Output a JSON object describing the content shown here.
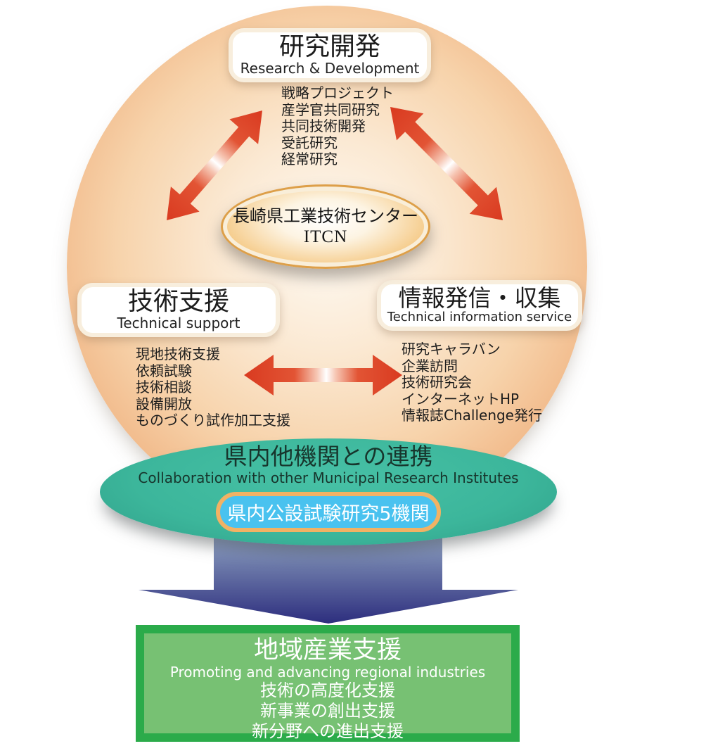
{
  "diagram": {
    "center": {
      "name_jp": "長崎県工業技術センター",
      "name_en": "ITCN"
    },
    "nodes": [
      {
        "title": "研究開発",
        "subtitle": "Research & Development",
        "items": [
          "戦略プロジェクト",
          "産学官共同研究",
          "共同技術開発",
          "受託研究",
          "経常研究"
        ]
      },
      {
        "title": "技術支援",
        "subtitle": "Technical support",
        "items": [
          "現地技術支援",
          "依頼試験",
          "技術相談",
          "設備開放",
          "ものづくり試作加工支援"
        ]
      },
      {
        "title": "情報発信・収集",
        "subtitle": "Technical information service",
        "items": [
          "研究キャラバン",
          "企業訪問",
          "技術研究会",
          "インターネットHP",
          "情報誌Challenge発行"
        ]
      }
    ],
    "collaboration": {
      "title": "県内他機関との連携",
      "subtitle": "Collaboration with other Municipal Research Institutes",
      "badge": "県内公設試験研究5機関"
    },
    "outcome": {
      "title": "地域産業支援",
      "subtitle": "Promoting and advancing regional industries",
      "items": [
        "技術の高度化支援",
        "新事業の創出支援",
        "新分野への進出支援"
      ]
    },
    "colors": {
      "circle_orange": "#ea9c5e",
      "center_ellipse_orange": "#f0a94e",
      "teal": "#3cb69b",
      "badge_blue": "#49c2ef",
      "badge_border_orange": "#f2b264",
      "green_fill": "#77c173",
      "green_border": "#2bab4a",
      "arrow_red": "#d93a20",
      "arrow_blue_dark": "#2d2e7e",
      "arrow_blue_light": "#96aacc",
      "page_background": "#ffffff"
    }
  }
}
